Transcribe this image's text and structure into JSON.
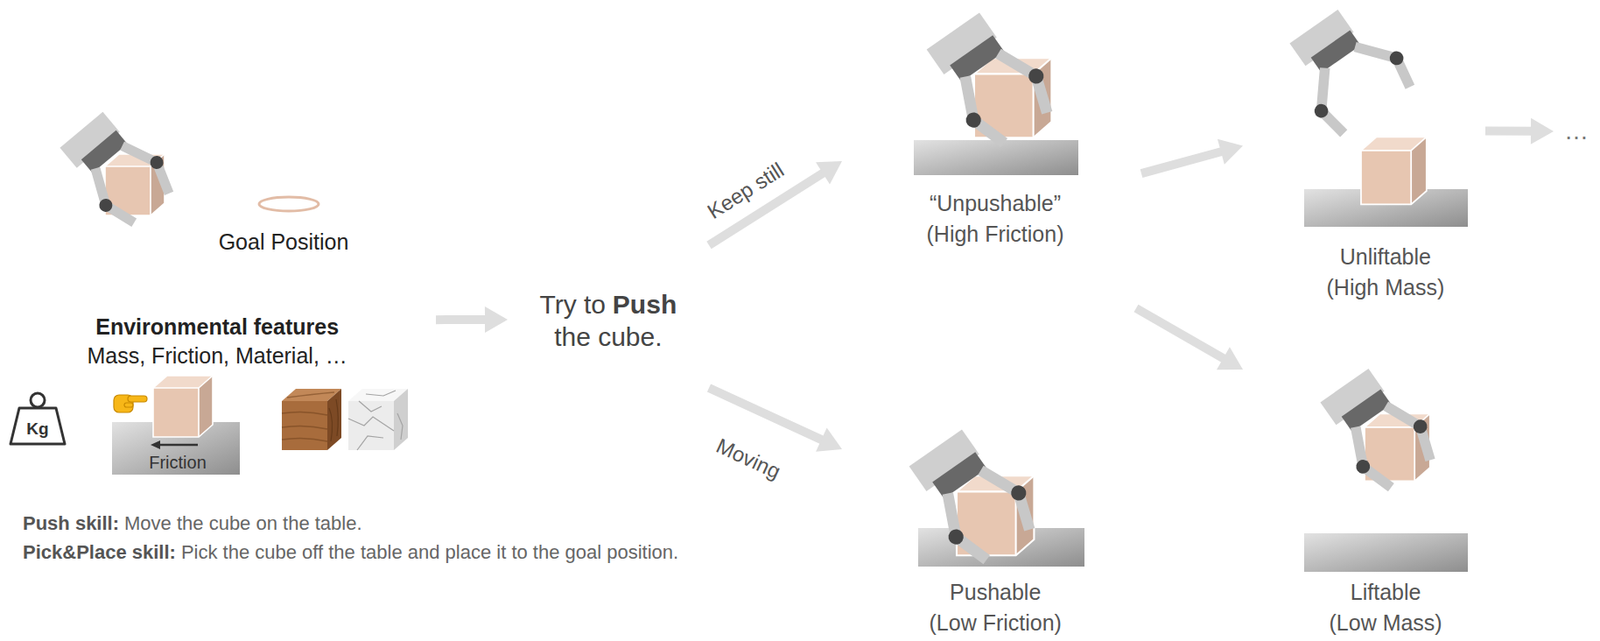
{
  "diagram": {
    "nodes": [
      {
        "text": [
          "Environmental features",
          "Mass, Friction, Material, …"
        ]
      },
      {
        "text": [
          "Try to",
          "Push",
          "the cube."
        ]
      },
      {
        "text": [
          "“Unpushable”",
          "(High Friction)"
        ]
      },
      {
        "text": [
          "Pushable",
          "(Low Friction)"
        ]
      },
      {
        "text": [
          "Unliftable",
          "(High Mass)"
        ]
      },
      {
        "text": [
          "Liftable",
          "(Low Mass)"
        ]
      },
      {
        "text": [
          "…"
        ]
      }
    ],
    "edges": [
      {
        "from": 0,
        "to": 1,
        "arrow": "to"
      },
      {
        "from": 1,
        "to": 2,
        "arrow": "to",
        "label": "Keep still"
      },
      {
        "from": 1,
        "to": 3,
        "arrow": "to",
        "label": "Moving"
      },
      {
        "from": 2,
        "to": 4,
        "arrow": "to"
      },
      {
        "from": 2,
        "to": 5,
        "arrow": "to"
      },
      {
        "from": 4,
        "to": 6,
        "arrow": "to"
      }
    ],
    "labels": [
      "Goal Position",
      "Kg",
      "Friction",
      "Push skill:",
      "Move the cube on the table.",
      "Pick&Place skill:",
      "Pick the cube off the table and place it to the goal position."
    ]
  }
}
